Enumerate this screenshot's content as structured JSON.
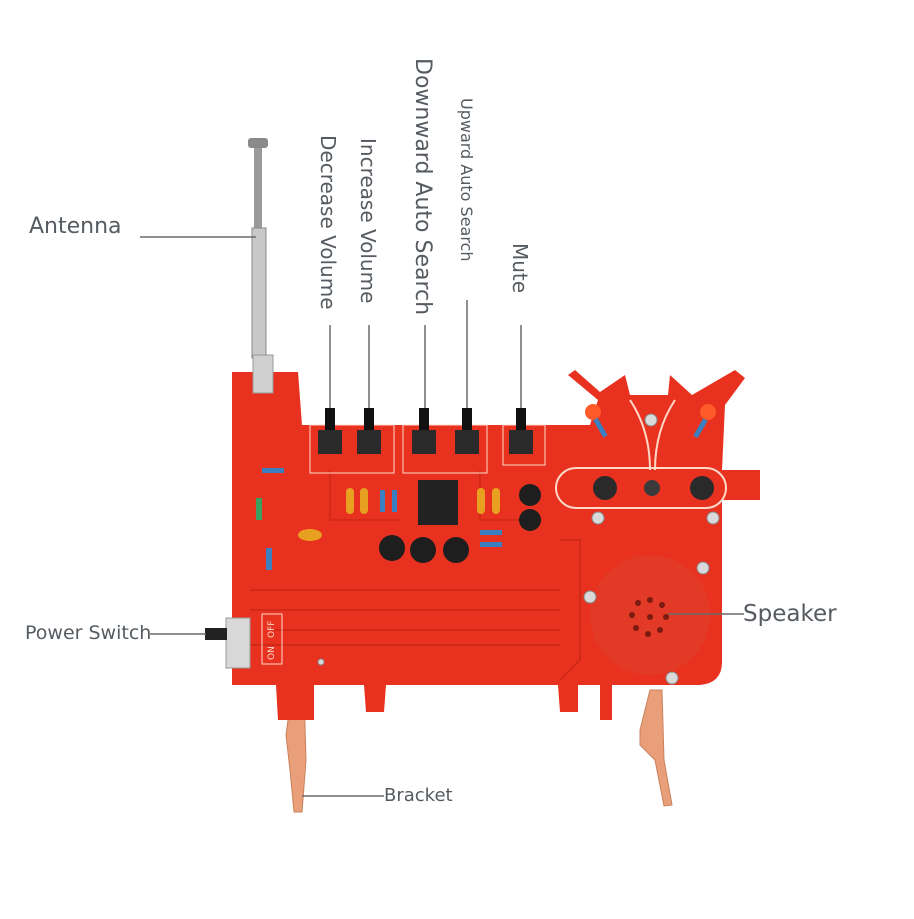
{
  "labels": {
    "antenna": "Antenna",
    "decrease_volume": "Decrease Volume",
    "increase_volume": "Increase Volume",
    "downward_auto_search": "Downward Auto Search",
    "upward_auto_search": "Upward Auto Search",
    "mute": "Mute",
    "speaker": "Speaker",
    "power_switch": "Power Switch",
    "bracket": "Bracket"
  },
  "board_silkscreen": {
    "switch_on": "ON",
    "switch_off": "OFF"
  },
  "colors": {
    "pcb": "#e8321f",
    "pcb_dark": "#c62514",
    "leader_line": "#6a6a6a",
    "label_text": "#555b60",
    "bracket_copper": "#e9a07a"
  }
}
